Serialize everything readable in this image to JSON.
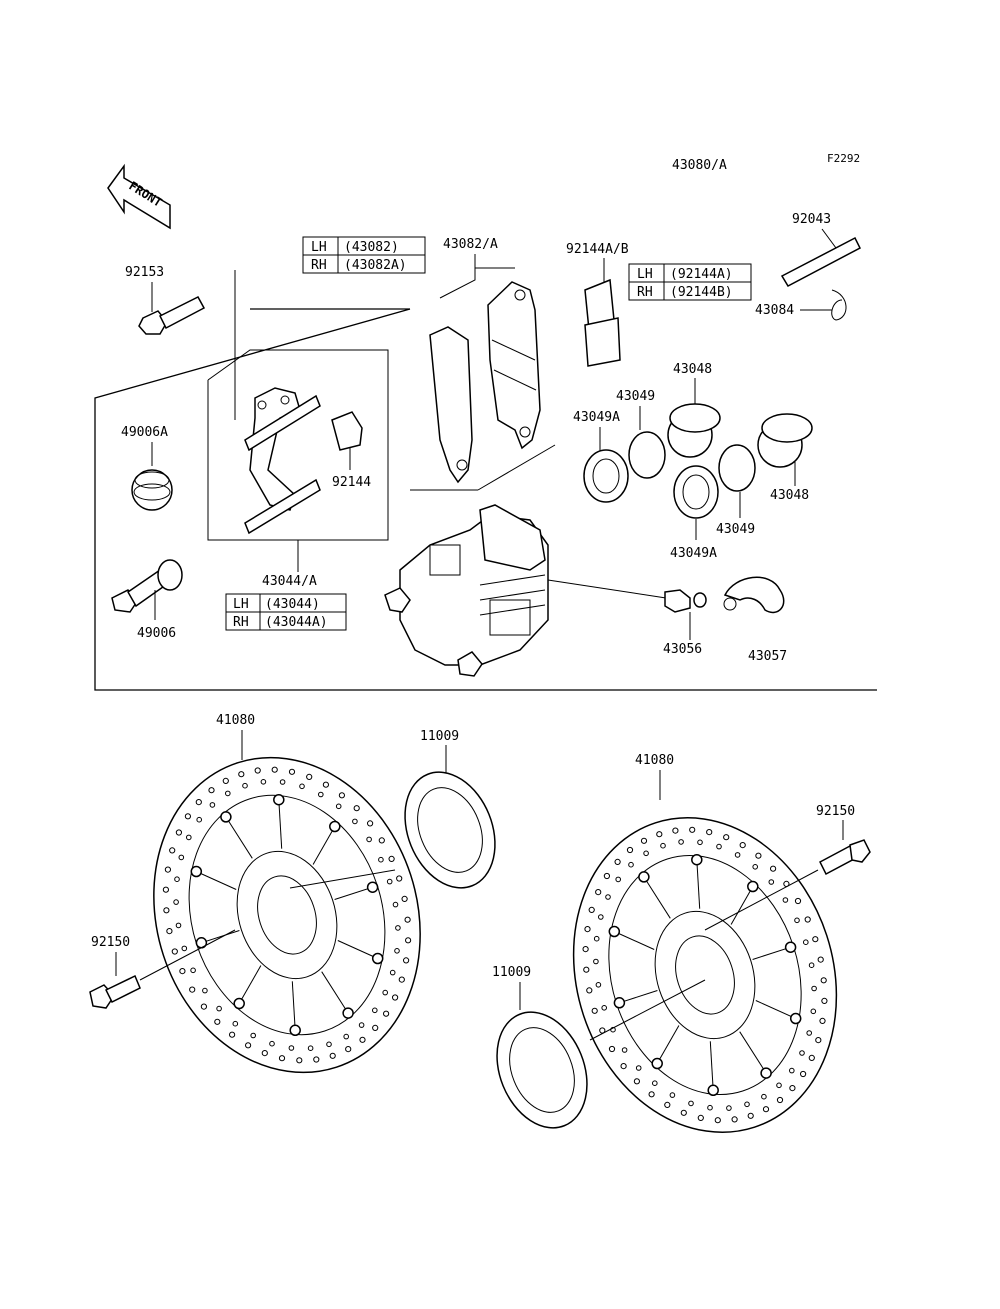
{
  "header": {
    "assembly_number": "43080/A",
    "figure_code": "F2292",
    "front_label": "FRONT"
  },
  "callouts": {
    "p92153": "92153",
    "p43082A": "43082/A",
    "p92144AB": "92144A/B",
    "p92043": "92043",
    "p43084": "43084",
    "p49006A": "49006A",
    "p92144": "92144",
    "p43048_top": "43048",
    "p43049_top": "43049",
    "p43049A_top": "43049A",
    "p43048_right": "43048",
    "p43049_right": "43049",
    "p43049A_bottom": "43049A",
    "p43044A": "43044/A",
    "p49006": "49006",
    "p43056": "43056",
    "p43057": "43057",
    "p41080_left": "41080",
    "p11009_top": "11009",
    "p41080_right": "41080",
    "p92150_right": "92150",
    "p92150_left": "92150",
    "p11009_bottom": "11009"
  },
  "variant_tables": {
    "pads": {
      "lh_side": "LH",
      "lh_part": "(43082)",
      "rh_side": "RH",
      "rh_part": "(43082A)"
    },
    "bracket": {
      "lh_side": "LH",
      "lh_part": "(43044)",
      "rh_side": "RH",
      "rh_part": "(43044A)"
    },
    "spring": {
      "lh_side": "LH",
      "lh_part": "(92144A)",
      "rh_side": "RH",
      "rh_part": "(92144B)"
    }
  }
}
